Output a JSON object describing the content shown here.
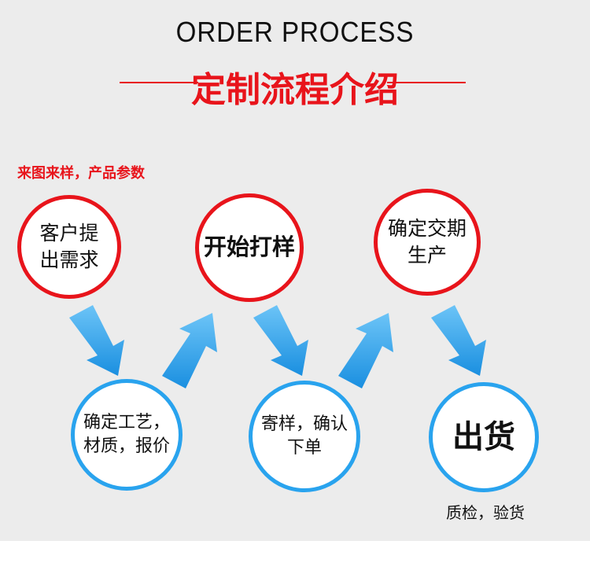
{
  "title_en": "ORDER PROCESS",
  "title_cn": "定制流程介绍",
  "colors": {
    "red": "#e8141b",
    "blue": "#29a3ee",
    "arrow": "#2aa4ee"
  },
  "notes": {
    "top_left": "来图来样，产品参数",
    "bottom_right": "质检，验货"
  },
  "steps": [
    {
      "line1": "客户提",
      "line2": "出需求"
    },
    {
      "line1": "确定工艺，",
      "line2": "材质，报价"
    },
    {
      "line1": "开始打样",
      "line2": ""
    },
    {
      "line1": "寄样，确认",
      "line2": "下单"
    },
    {
      "line1": "确定交期",
      "line2": "生产"
    },
    {
      "line1": "出货",
      "line2": ""
    }
  ]
}
